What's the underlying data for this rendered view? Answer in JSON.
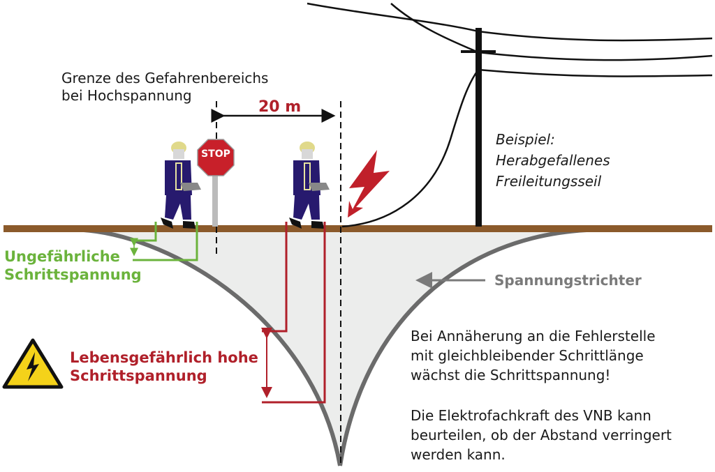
{
  "boundary_label": [
    "Grenze des Gefahrenbereichs",
    "bei Hochspannung"
  ],
  "distance_label": "20 m",
  "stop_sign": "STOP",
  "example_label": [
    "Beispiel:",
    "Herabgefallenes",
    "Freileitungsseil"
  ],
  "safe_step_label": [
    "Ungefährliche",
    "Schrittspannung"
  ],
  "danger_step_label": [
    "Lebensgefährlich hohe",
    "Schrittspannung"
  ],
  "funnel_label": "Spannungstrichter",
  "note1": [
    "Bei Annäherung an die Fehlerstelle",
    "mit gleichbleibender Schrittlänge",
    "wächst die Schrittspannung!"
  ],
  "note2": [
    "Die Elektrofachkraft des VNB kann",
    "beurteilen, ob der Abstand verringert",
    "werden kann."
  ],
  "colors": {
    "ground": "#8b5a2b",
    "safe": "#6bb33c",
    "danger": "#b0202a",
    "funnel": "#6b6b6b",
    "uniform": "#2a1f6e"
  }
}
